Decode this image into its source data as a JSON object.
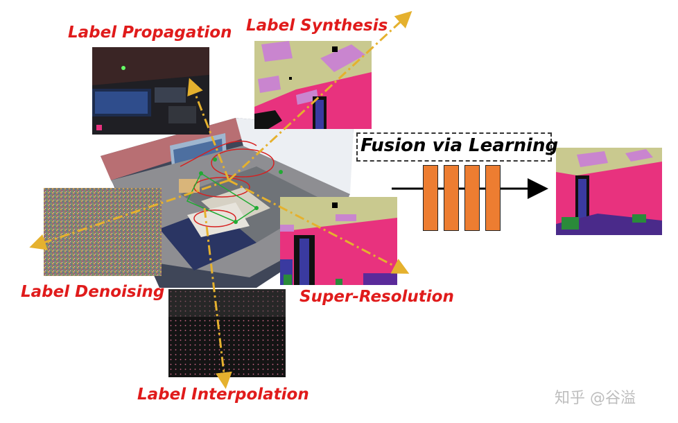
{
  "labels": {
    "propagation": "Label Propagation",
    "synthesis": "Label Synthesis",
    "denoising": "Label Denoising",
    "super_resolution": "Super-Resolution",
    "interpolation": "Label Interpolation",
    "fusion": "Fusion via Learning"
  },
  "watermark": "知乎 @谷溢",
  "colors": {
    "label_red": "#e01b1b",
    "arrow_yellow": "#e5b12e",
    "bar_orange": "#ed7d31",
    "seg_pink": "#e8327e",
    "seg_khaki": "#c9c98f",
    "seg_violet": "#c985cf",
    "seg_navy": "#3a3aa0"
  }
}
